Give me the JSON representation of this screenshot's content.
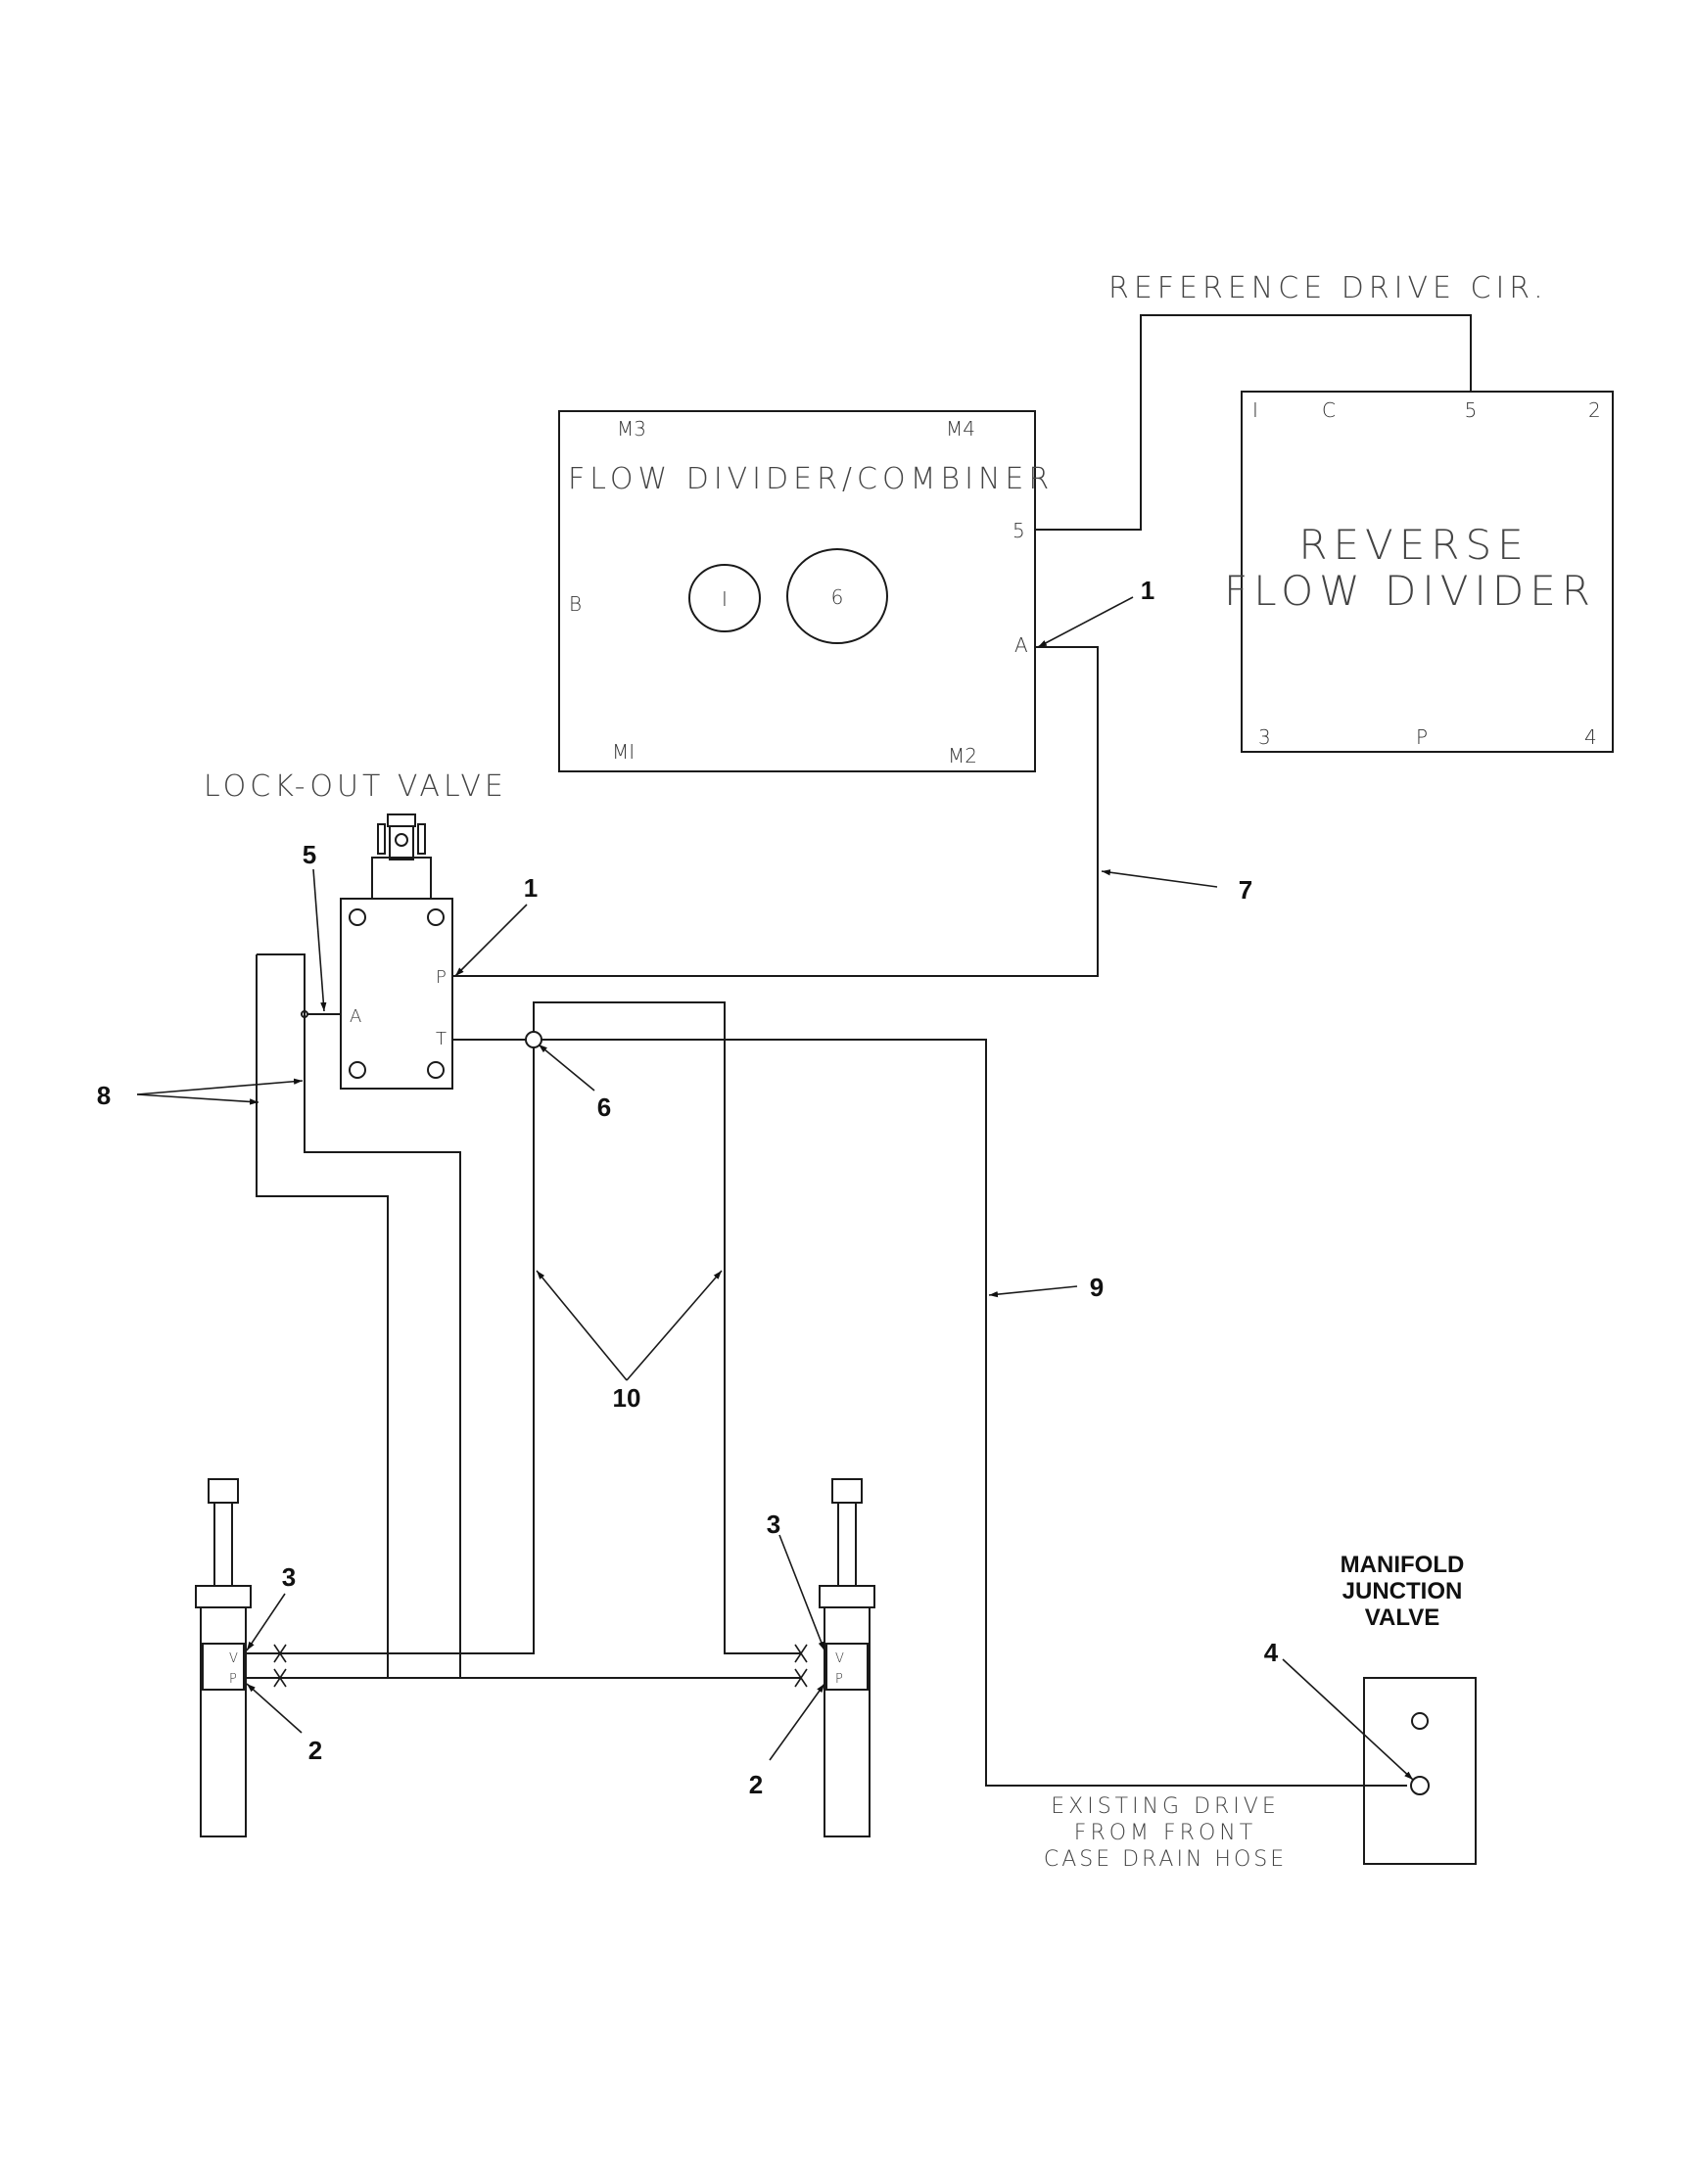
{
  "labels": {
    "reference_drive": "REFERENCE DRIVE CIR.",
    "flow_divider_title": "FLOW DIVIDER/COMBINER",
    "reverse_flow_line1": "REVERSE",
    "reverse_flow_line2": "FLOW DIVIDER",
    "lockout_valve": "LOCK-OUT VALVE",
    "manifold_line1": "MANIFOLD",
    "manifold_line2": "JUNCTION",
    "manifold_line3": "VALVE",
    "existing_line1": "EXISTING DRIVE",
    "existing_line2": "FROM FRONT",
    "existing_line3": "CASE DRAIN HOSE"
  },
  "flow_divider_ports": {
    "m3": "M3",
    "m4": "M4",
    "m1": "MI",
    "m2": "M2",
    "b": "B",
    "a": "A",
    "p5": "5",
    "circle_small": "I",
    "circle_large": "6"
  },
  "reverse_ports": {
    "p1": "I",
    "c": "C",
    "p5": "5",
    "p2": "2",
    "p3": "3",
    "p": "P",
    "p4": "4"
  },
  "lockout_ports": {
    "p": "P",
    "t": "T",
    "a": "A"
  },
  "cylinder_ports": {
    "v": "V",
    "p": "P"
  },
  "callouts": {
    "c1_top": "1",
    "c1_lockout": "1",
    "c5": "5",
    "c6": "6",
    "c7": "7",
    "c8": "8",
    "c9": "9",
    "c10": "10",
    "c3_left": "3",
    "c2_left": "2",
    "c3_right": "3",
    "c2_right": "2",
    "c4": "4"
  }
}
